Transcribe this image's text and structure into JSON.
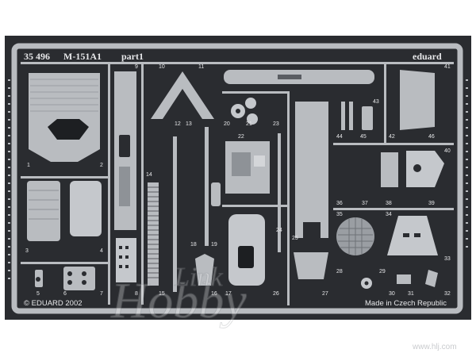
{
  "sheet": {
    "code": "35 496",
    "model": "M-151A1",
    "part": "part1",
    "brand": "eduard",
    "copyright": "© EDUARD 2002",
    "made_in": "Made in Czech Republic"
  },
  "part_numbers": [
    "1",
    "2",
    "3",
    "4",
    "5",
    "6",
    "7",
    "8",
    "9",
    "10",
    "11",
    "12",
    "13",
    "14",
    "15",
    "16",
    "17",
    "18",
    "19",
    "20",
    "21",
    "22",
    "23",
    "24",
    "25",
    "26",
    "27",
    "28",
    "29",
    "30",
    "31",
    "32",
    "33",
    "34",
    "35",
    "36",
    "37",
    "38",
    "39",
    "40",
    "41",
    "42",
    "43",
    "44",
    "45",
    "46"
  ],
  "watermark": {
    "site": "www.hlj.com"
  },
  "colors": {
    "background": "#ffffff",
    "fret_dark": "#2a2c30",
    "metal": "#b9bcc0",
    "metal_light": "#d4d6d9",
    "text_light": "#e6e7e9"
  }
}
